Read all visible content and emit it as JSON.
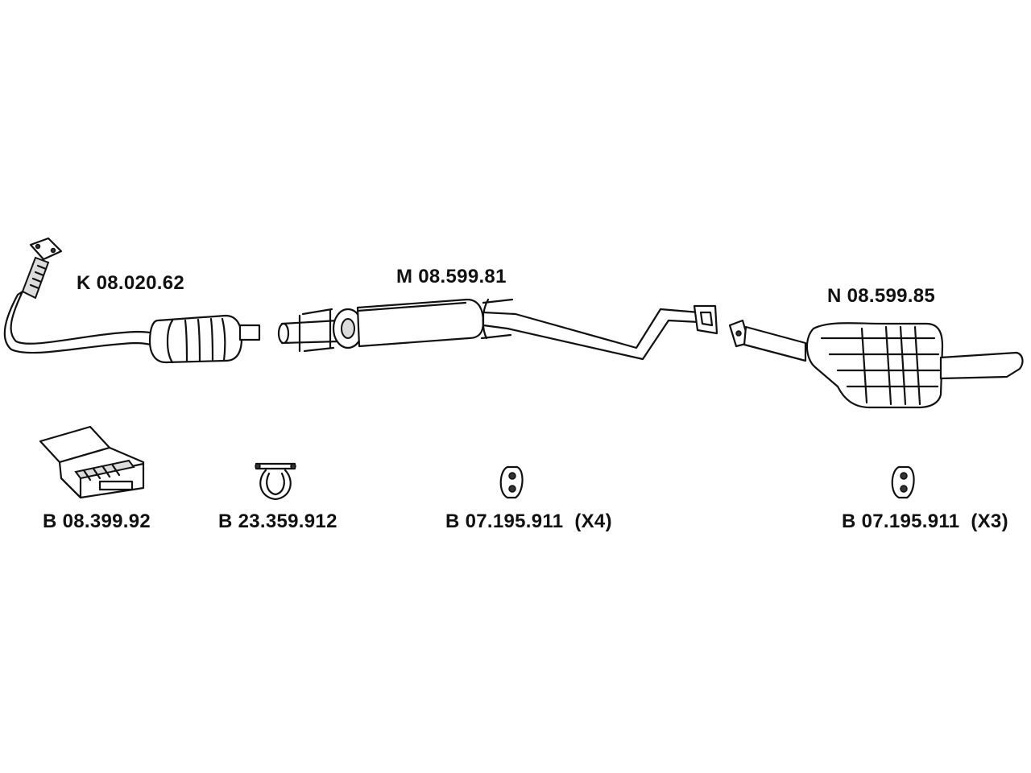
{
  "parts": {
    "catalytic_converter": {
      "label": "K 08.020.62"
    },
    "middle_silencer": {
      "label": "M 08.599.81"
    },
    "rear_silencer": {
      "label": "N 08.599.85"
    }
  },
  "accessories": {
    "mounting_kit": {
      "label": "B 08.399.92"
    },
    "clamp": {
      "label": "B 23.359.912"
    },
    "rubber_hanger_middle": {
      "label": "B 07.195.911  (X4)"
    },
    "rubber_hanger_rear": {
      "label": "B 07.195.911  (X3)"
    }
  }
}
